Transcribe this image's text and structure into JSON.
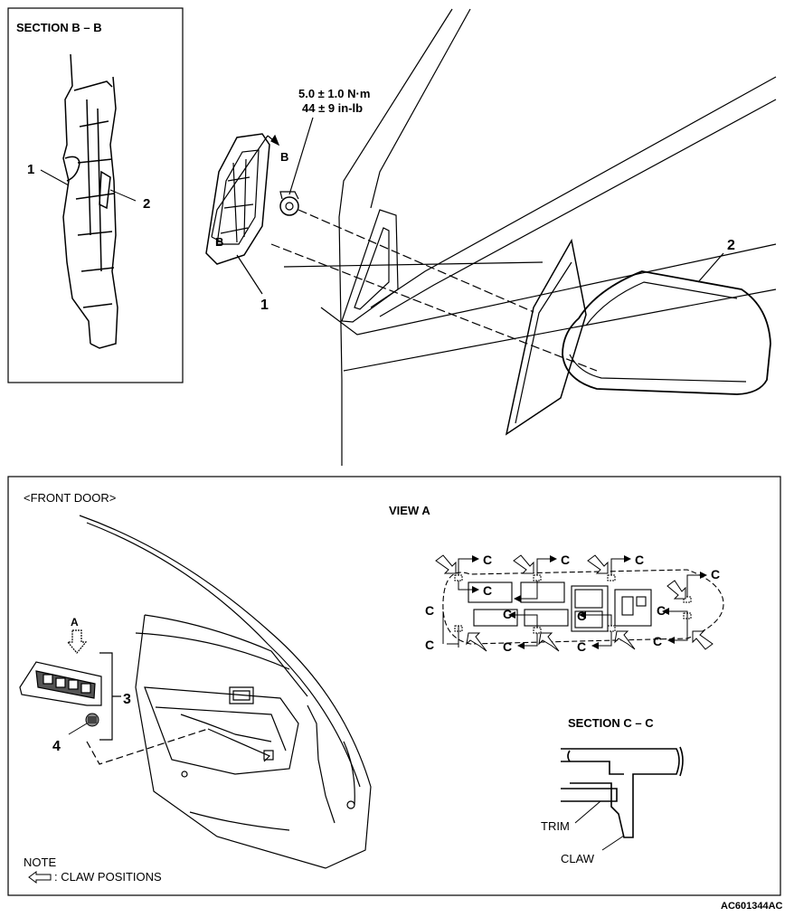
{
  "top": {
    "section_bb_title": "SECTION B – B",
    "section_labels": {
      "one": "1",
      "two": "2"
    },
    "torque_nm": "5.0 ± 1.0 N·m",
    "torque_inlb": "44 ± 9 in-lb",
    "callout_b": "B",
    "part1": "1",
    "part2": "2"
  },
  "bottom": {
    "front_door": "<FRONT DOOR>",
    "view_a": "VIEW A",
    "view_arrow_label": "A",
    "part3": "3",
    "part4": "4",
    "section_cc_title": "SECTION C – C",
    "trim": "TRIM",
    "claw": "CLAW",
    "note": "NOTE",
    "claw_positions": ": CLAW POSITIONS",
    "c_label": "C"
  },
  "figure_id": "AC601344AC"
}
